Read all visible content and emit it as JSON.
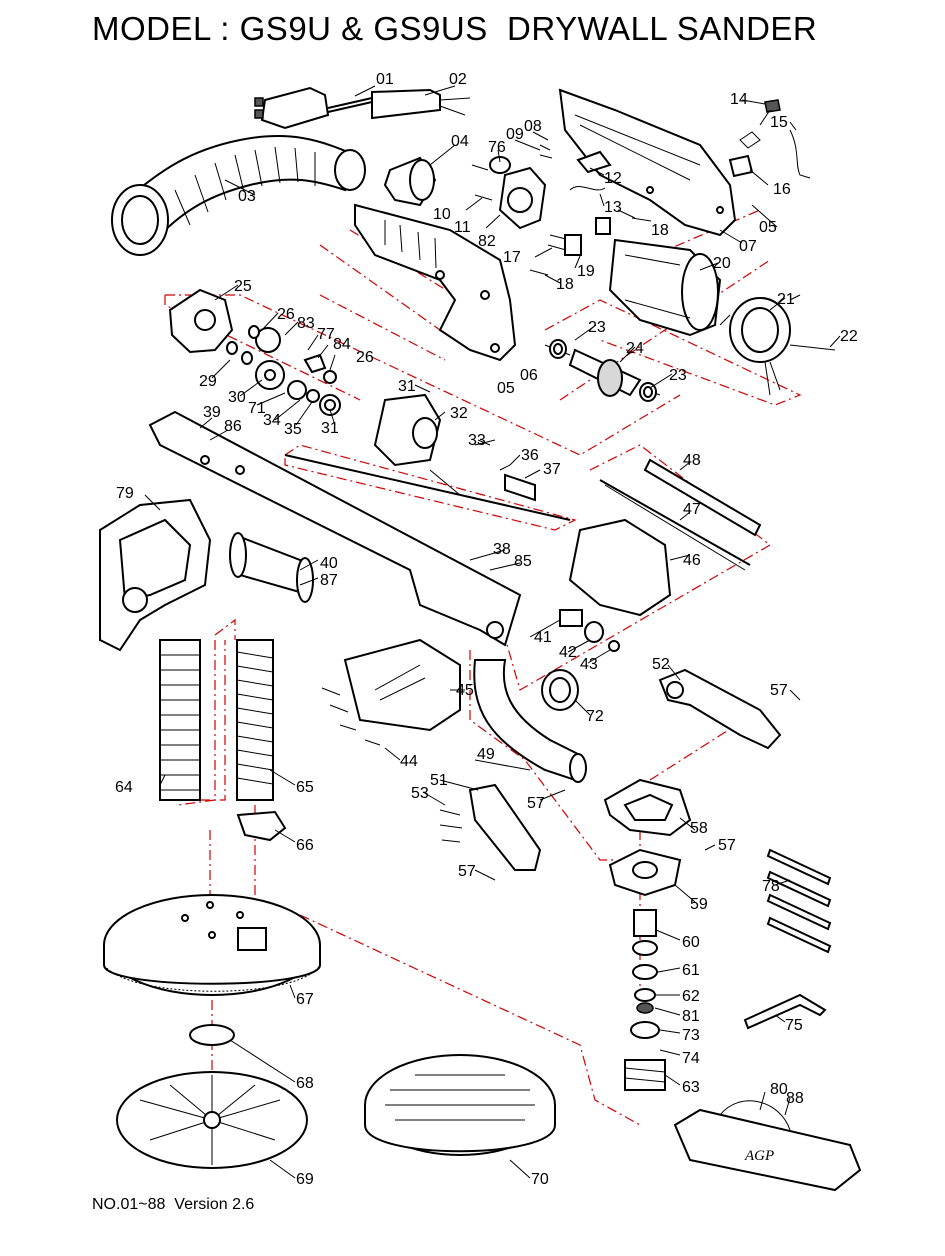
{
  "title": "MODEL : GS9U & GS9US  DRYWALL SANDER",
  "footer": "NO.01~88  Version 2.6",
  "colors": {
    "ink": "#000000",
    "assembly_line": "#d40000",
    "shade": "#d8d8d8"
  },
  "labels": [
    {
      "id": "01",
      "text": "01"
    },
    {
      "id": "02",
      "text": "02"
    },
    {
      "id": "03",
      "text": "03"
    },
    {
      "id": "04",
      "text": "04"
    },
    {
      "id": "05a",
      "text": "05"
    },
    {
      "id": "05b",
      "text": "05"
    },
    {
      "id": "06",
      "text": "06"
    },
    {
      "id": "07",
      "text": "07"
    },
    {
      "id": "08",
      "text": "08"
    },
    {
      "id": "09",
      "text": "09"
    },
    {
      "id": "10",
      "text": "10"
    },
    {
      "id": "11",
      "text": "11"
    },
    {
      "id": "12",
      "text": "12"
    },
    {
      "id": "13",
      "text": "13"
    },
    {
      "id": "14",
      "text": "14"
    },
    {
      "id": "15",
      "text": "15"
    },
    {
      "id": "16",
      "text": "16"
    },
    {
      "id": "17",
      "text": "17"
    },
    {
      "id": "18a",
      "text": "18"
    },
    {
      "id": "18b",
      "text": "18"
    },
    {
      "id": "19",
      "text": "19"
    },
    {
      "id": "20",
      "text": "20"
    },
    {
      "id": "21",
      "text": "21"
    },
    {
      "id": "22",
      "text": "22"
    },
    {
      "id": "23a",
      "text": "23"
    },
    {
      "id": "23b",
      "text": "23"
    },
    {
      "id": "24",
      "text": "24"
    },
    {
      "id": "25",
      "text": "25"
    },
    {
      "id": "26a",
      "text": "26"
    },
    {
      "id": "26b",
      "text": "26"
    },
    {
      "id": "29",
      "text": "29"
    },
    {
      "id": "30",
      "text": "30"
    },
    {
      "id": "31a",
      "text": "31"
    },
    {
      "id": "31b",
      "text": "31"
    },
    {
      "id": "32",
      "text": "32"
    },
    {
      "id": "33",
      "text": "33"
    },
    {
      "id": "34",
      "text": "34"
    },
    {
      "id": "35",
      "text": "35"
    },
    {
      "id": "36",
      "text": "36"
    },
    {
      "id": "37",
      "text": "37"
    },
    {
      "id": "38",
      "text": "38"
    },
    {
      "id": "39",
      "text": "39"
    },
    {
      "id": "40",
      "text": "40"
    },
    {
      "id": "41",
      "text": "41"
    },
    {
      "id": "42",
      "text": "42"
    },
    {
      "id": "43",
      "text": "43"
    },
    {
      "id": "44",
      "text": "44"
    },
    {
      "id": "45",
      "text": "45"
    },
    {
      "id": "46",
      "text": "46"
    },
    {
      "id": "47",
      "text": "47"
    },
    {
      "id": "48",
      "text": "48"
    },
    {
      "id": "49",
      "text": "49"
    },
    {
      "id": "51",
      "text": "51"
    },
    {
      "id": "52",
      "text": "52"
    },
    {
      "id": "53",
      "text": "53"
    },
    {
      "id": "57a",
      "text": "57"
    },
    {
      "id": "57b",
      "text": "57"
    },
    {
      "id": "57c",
      "text": "57"
    },
    {
      "id": "57d",
      "text": "57"
    },
    {
      "id": "58",
      "text": "58"
    },
    {
      "id": "59",
      "text": "59"
    },
    {
      "id": "60",
      "text": "60"
    },
    {
      "id": "61",
      "text": "61"
    },
    {
      "id": "62",
      "text": "62"
    },
    {
      "id": "63",
      "text": "63"
    },
    {
      "id": "64",
      "text": "64"
    },
    {
      "id": "65",
      "text": "65"
    },
    {
      "id": "66",
      "text": "66"
    },
    {
      "id": "67",
      "text": "67"
    },
    {
      "id": "68",
      "text": "68"
    },
    {
      "id": "69",
      "text": "69"
    },
    {
      "id": "70",
      "text": "70"
    },
    {
      "id": "71",
      "text": "71"
    },
    {
      "id": "72",
      "text": "72"
    },
    {
      "id": "73",
      "text": "73"
    },
    {
      "id": "74",
      "text": "74"
    },
    {
      "id": "75",
      "text": "75"
    },
    {
      "id": "76",
      "text": "76"
    },
    {
      "id": "77",
      "text": "77"
    },
    {
      "id": "78",
      "text": "78"
    },
    {
      "id": "79",
      "text": "79"
    },
    {
      "id": "80",
      "text": "80"
    },
    {
      "id": "81",
      "text": "81"
    },
    {
      "id": "82",
      "text": "82"
    },
    {
      "id": "83",
      "text": "83"
    },
    {
      "id": "84",
      "text": "84"
    },
    {
      "id": "85",
      "text": "85"
    },
    {
      "id": "86",
      "text": "86"
    },
    {
      "id": "87",
      "text": "87"
    },
    {
      "id": "88",
      "text": "88"
    }
  ],
  "bag_logo": "AGP"
}
